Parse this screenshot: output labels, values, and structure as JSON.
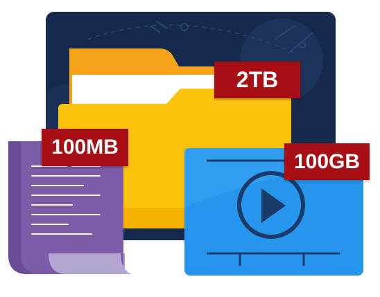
{
  "labels": {
    "folder_size": "2TB",
    "document_size": "100MB",
    "video_size": "100GB"
  },
  "icons": {
    "background": "dark-navy-panel",
    "folder": "folder-icon",
    "document": "document-scroll-icon",
    "video": "video-player-icon"
  },
  "colors": {
    "panel": "#162a4e",
    "folder_back": "#f7a21b",
    "folder_front": "#fcc30d",
    "document": "#7c5ca9",
    "video": "#2695ec",
    "badge": "#a80f14",
    "badge_text": "#ffffff"
  }
}
